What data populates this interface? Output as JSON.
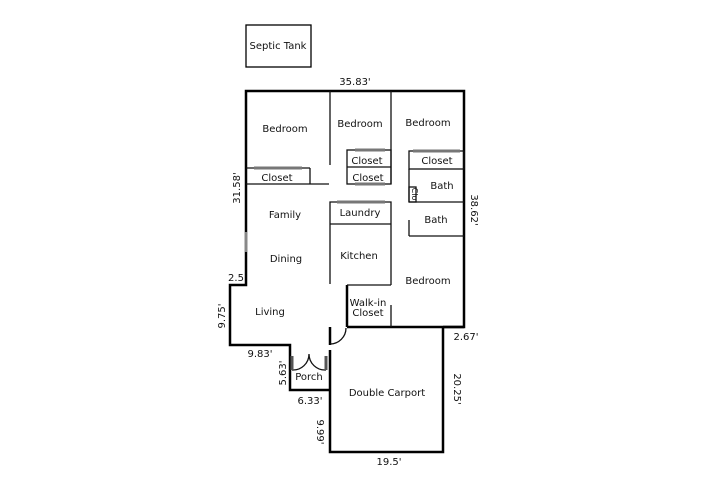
{
  "rooms": {
    "septic": "Septic Tank",
    "bedroom1": "Bedroom",
    "bedroom2": "Bedroom",
    "bedroom3": "Bedroom",
    "bedroom4": "Bedroom",
    "closet1": "Closet",
    "closet2": "Closet",
    "closet3": "Closet",
    "closet4": "Closet",
    "bath1": "Bath",
    "bath2": "Bath",
    "clo": "Clo",
    "family": "Family",
    "dining": "Dining",
    "laundry": "Laundry",
    "kitchen": "Kitchen",
    "living": "Living",
    "walkin1": "Walk-in",
    "walkin2": "Closet",
    "porch": "Porch",
    "carport": "Double Carport"
  },
  "dimensions": {
    "top": "35.83'",
    "left_upper": "31.58'",
    "right_upper": "38.62'",
    "step": "2.5",
    "left_lower": "9.75'",
    "bottom_living": "9.83'",
    "porch_side": "5.63'",
    "porch_bottom": "6.33'",
    "carport_left": "9.99'",
    "carport_bottom": "19.5'",
    "carport_right": "20.25'",
    "right_step": "2.67'"
  }
}
